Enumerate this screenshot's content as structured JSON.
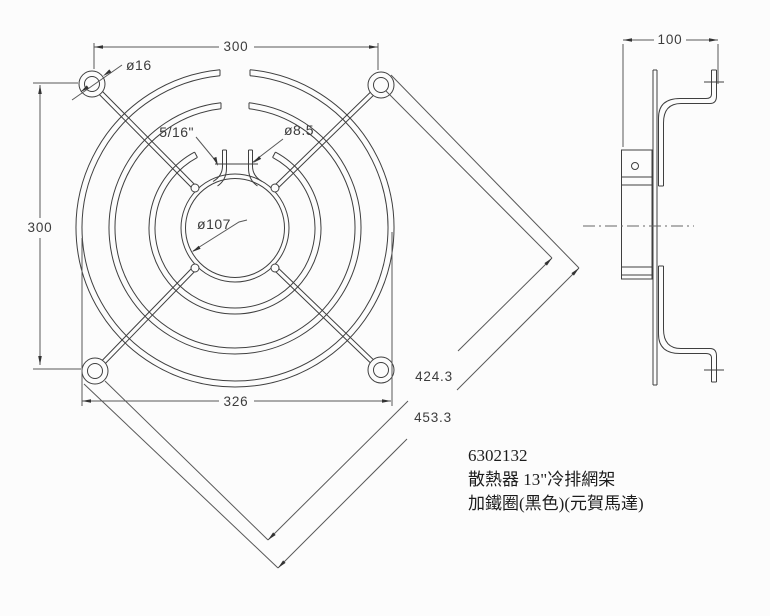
{
  "title": "fan-guard-technical-drawing",
  "front_view": {
    "dim_width_top": "300",
    "dim_height_left": "300",
    "dim_width_bottom": "326",
    "dim_diagonal_inner": "424.3",
    "dim_diagonal_outer": "453.3",
    "label_corner_eyelet": "ø16",
    "label_clip_gap": "5/16\"",
    "label_clip_hole": "ø8.5",
    "label_center_hole": "ø107"
  },
  "side_view": {
    "dim_depth": "100"
  },
  "part_info": {
    "part_number": "6302132",
    "description_line1": "散熱器 13\"冷排網架",
    "description_line2": "加鐵圈(黑色)(元賀馬達)"
  },
  "colors": {
    "background": "#fcfcfc",
    "geometry_line": "#3f3f3f",
    "dimension_line": "#585858",
    "text": "#1c1c1c"
  }
}
